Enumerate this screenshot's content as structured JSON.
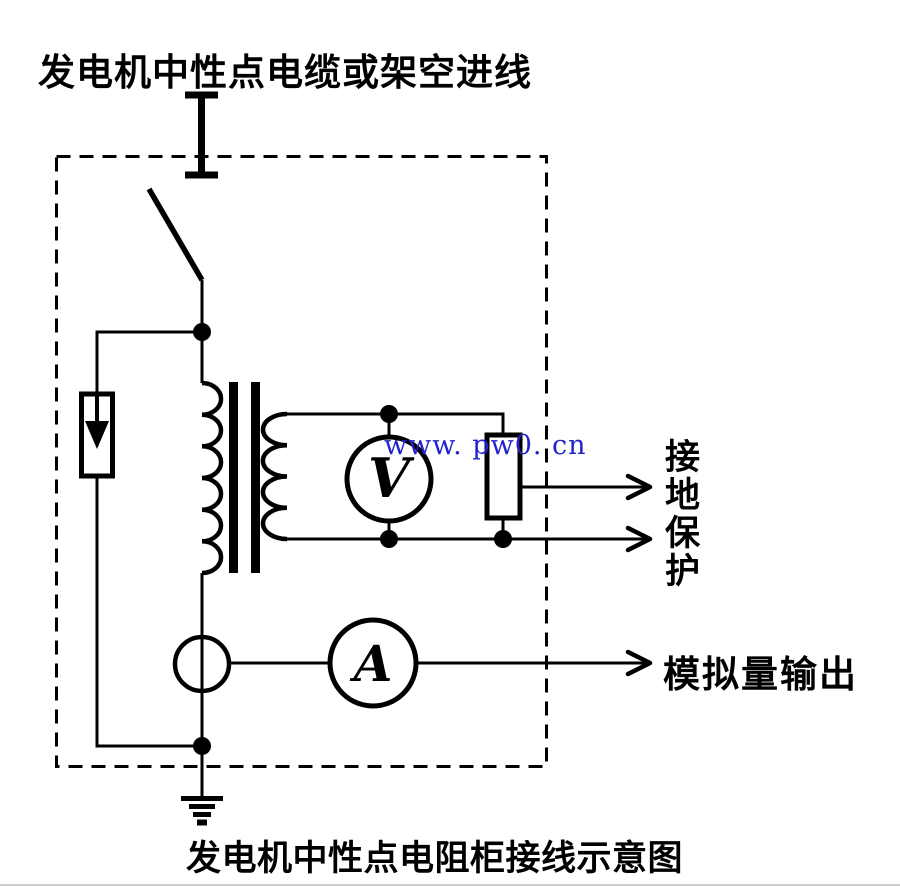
{
  "diagram": {
    "top_label": "发电机中性点电缆或架空进线",
    "caption": "发电机中性点电阻柜接线示意图",
    "watermark": "www. pw0. cn",
    "labels": {
      "ground_protection": "接地保护",
      "analog_output": "模拟量输出"
    },
    "meters": {
      "voltmeter_letter": "V",
      "ammeter_letter": "A"
    },
    "colors": {
      "line": "#000000",
      "watermark": "#2222cc",
      "background": "#ffffff",
      "bottom_divider": "#cccccc"
    }
  }
}
